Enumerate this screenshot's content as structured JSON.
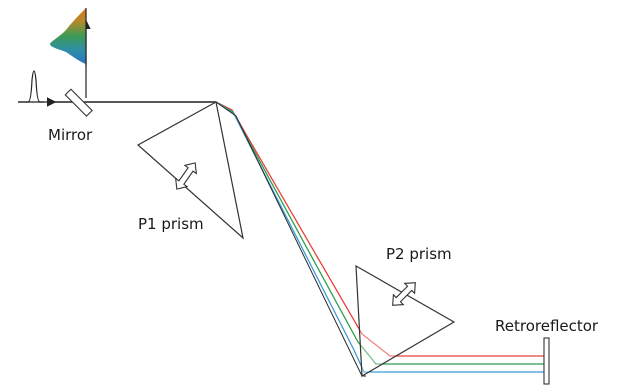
{
  "labels": {
    "mirror": "Mirror",
    "p1": "P1 prism",
    "p2": "P2 prism",
    "retro": "Retroreflector"
  },
  "colors": {
    "red": "#e8423a",
    "green": "#2f9e4e",
    "blue": "#3b9ad6",
    "beam": "#222222",
    "spectrum_top": "#d9761f",
    "spectrum_mid": "#3f9a58",
    "spectrum_bottom": "#2a84c6"
  },
  "icons": {
    "p1_adjust": "double-arrow-icon",
    "p2_adjust": "double-arrow-icon"
  }
}
